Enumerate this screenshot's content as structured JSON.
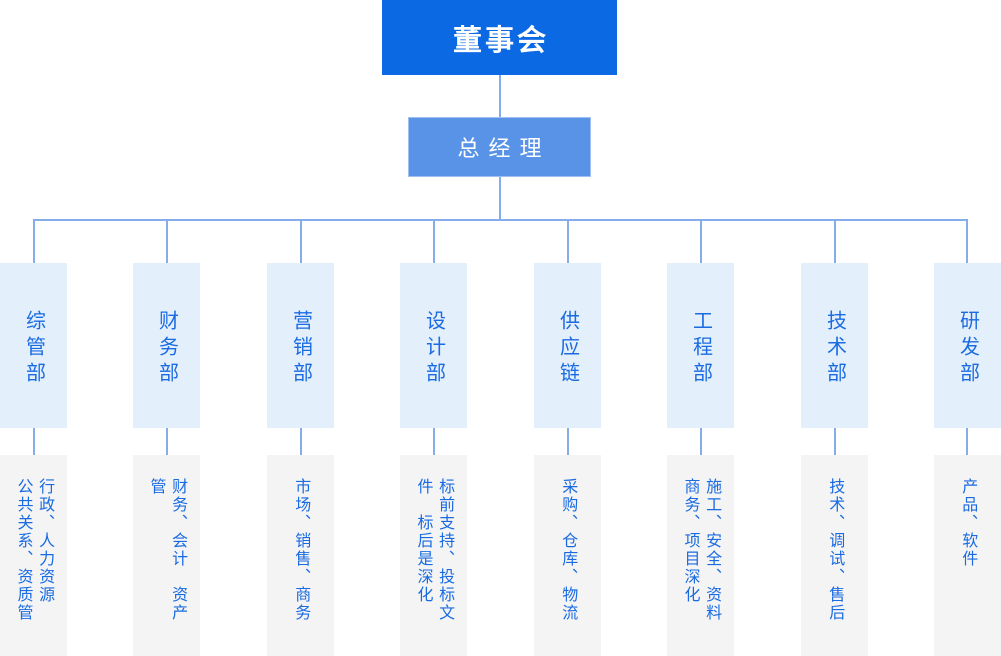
{
  "org_chart": {
    "type": "org-tree",
    "root": {
      "label": "董事会"
    },
    "manager": {
      "label": "总经理"
    },
    "departments": [
      {
        "label": "综管部",
        "functions": "行政、人力资源\n公共关系、资质管"
      },
      {
        "label": "财务部",
        "functions": "财务、会计　资产管"
      },
      {
        "label": "营销部",
        "functions": "市场、销售、商务"
      },
      {
        "label": "设计部",
        "functions": "标前支持、投标文\n件　标后是深化"
      },
      {
        "label": "供应链",
        "functions": "采购、仓库、物流"
      },
      {
        "label": "工程部",
        "functions": "施工、安全、资料\n商务、项目深化"
      },
      {
        "label": "技术部",
        "functions": "技术、调试、售后"
      },
      {
        "label": "研发部",
        "functions": "产品、软件"
      }
    ],
    "colors": {
      "root_box": "#0c69e4",
      "manager_box": "#5893e8",
      "department_box": "#e4effc",
      "function_box": "#f4f4f4",
      "text_blue": "#1a6be2",
      "node_text_white": "#ffffff",
      "connector_line": "#85ade9"
    }
  }
}
